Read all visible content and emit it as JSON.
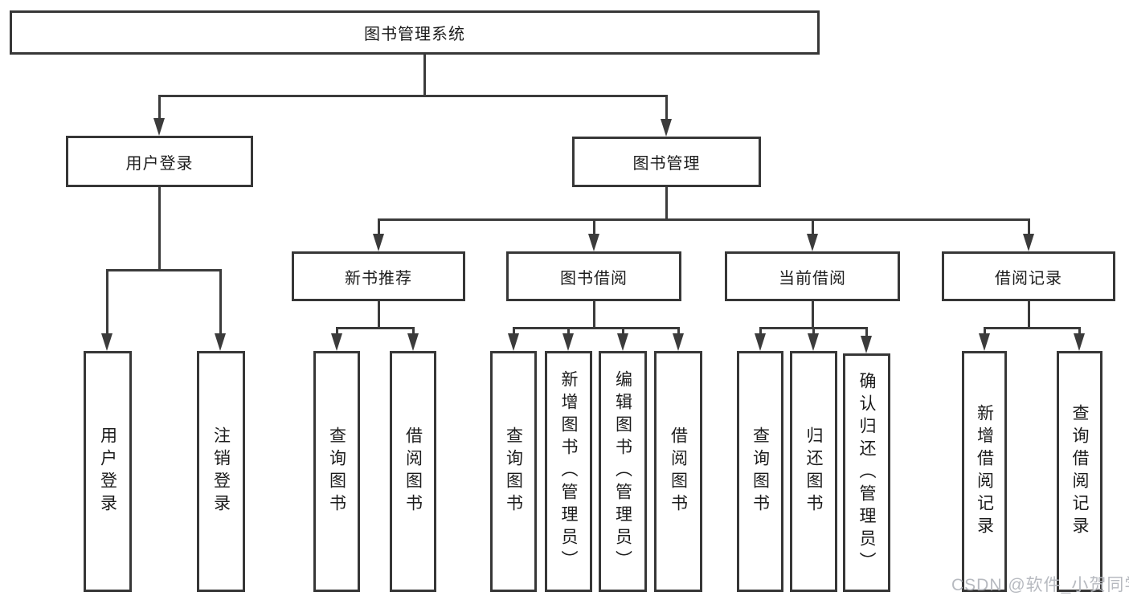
{
  "diagram": {
    "title": "图书管理系统",
    "root": {
      "label": "图书管理系统"
    },
    "user_branch": {
      "label": "用户登录",
      "children": [
        "用户登录",
        "注销登录"
      ]
    },
    "book_branch": {
      "label": "图书管理",
      "groups": [
        {
          "label": "新书推荐",
          "children": [
            "查询图书",
            "借阅图书"
          ]
        },
        {
          "label": "图书借阅",
          "children": [
            "查询图书",
            "新增图书（管理员）",
            "编辑图书（管理员）",
            "借阅图书"
          ]
        },
        {
          "label": "当前借阅",
          "children": [
            "查询图书",
            "归还图书",
            "确认归还（管理员）"
          ]
        },
        {
          "label": "借阅记录",
          "children": [
            "新增借阅记录",
            "查询借阅记录"
          ]
        }
      ]
    }
  },
  "watermark": {
    "text": "CSDN @软件_小贺同学"
  },
  "colors": {
    "line": "#3b3b3b",
    "box_border": "#373737",
    "text": "#1c1c1c",
    "watermark": "#b7bac0",
    "background": "#ffffff"
  }
}
